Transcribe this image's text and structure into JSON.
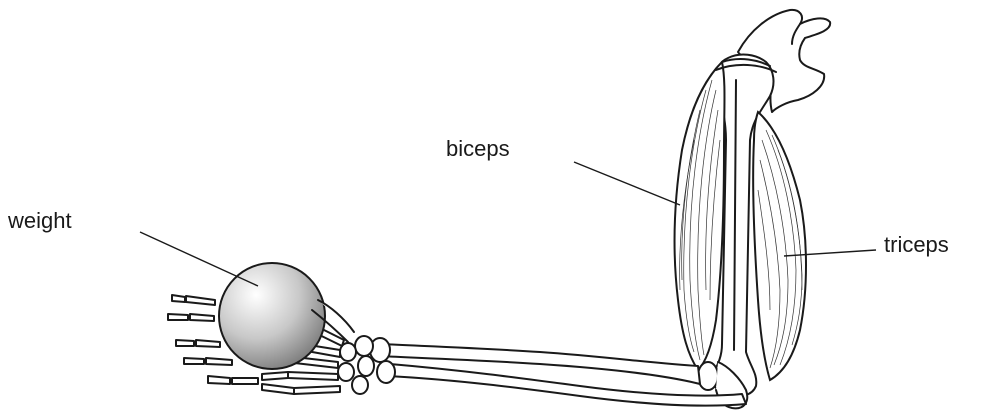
{
  "labels": {
    "biceps": "biceps",
    "weight": "weight",
    "triceps": "triceps"
  },
  "colors": {
    "line": "#1a1a1a",
    "ball_light": "#ffffff",
    "ball_dark": "#7d7d7d",
    "background": "#ffffff"
  }
}
